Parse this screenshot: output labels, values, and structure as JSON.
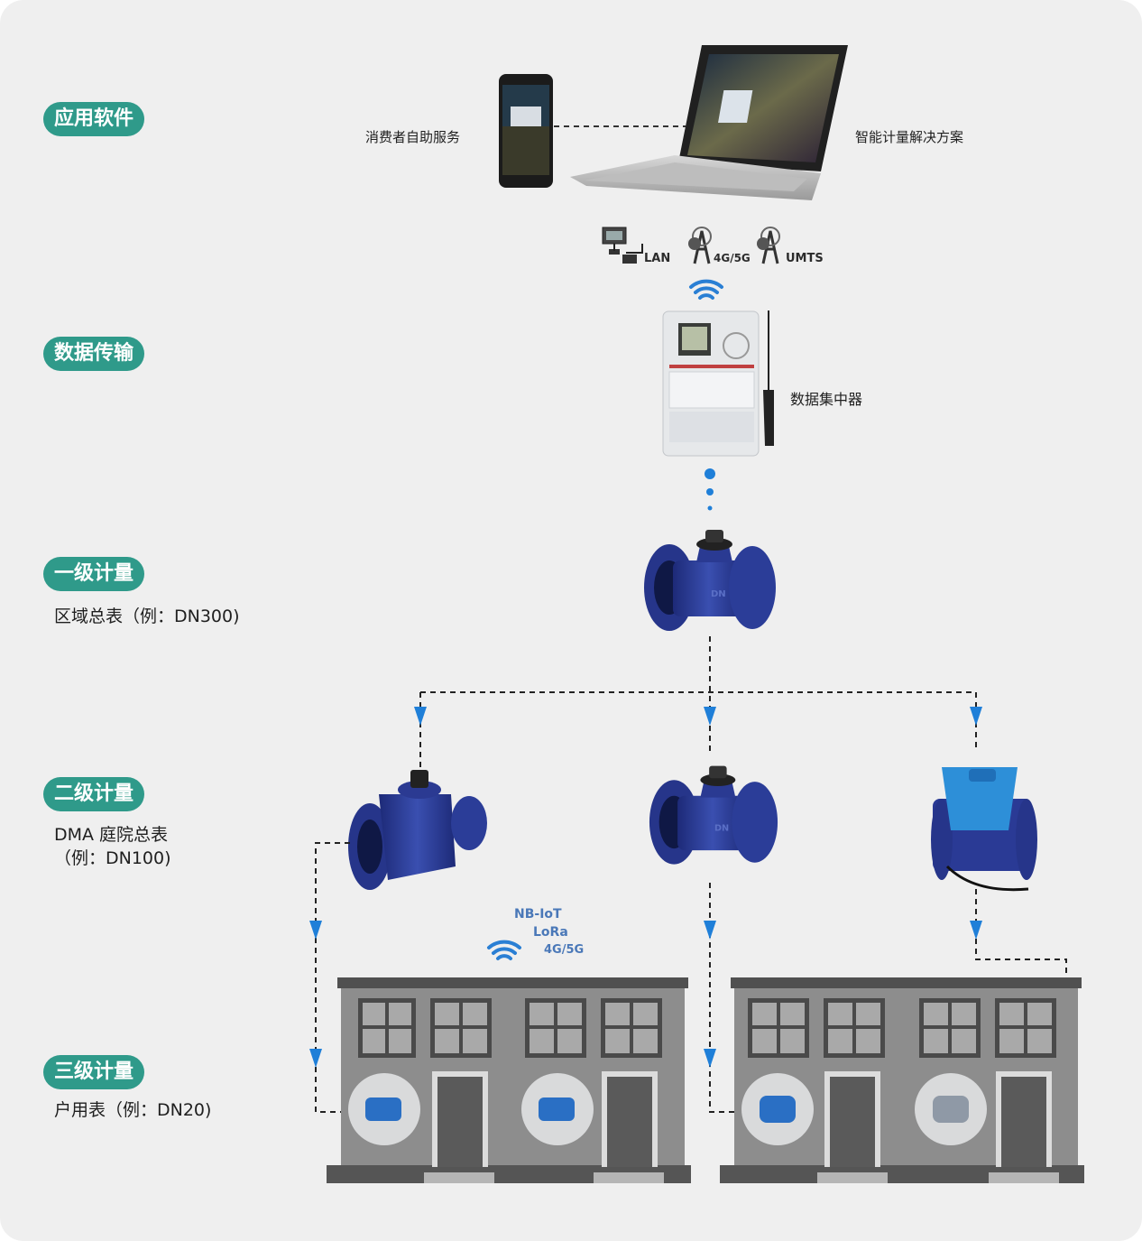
{
  "levels": {
    "app_software": {
      "title": "应用软件"
    },
    "data_transfer": {
      "title": "数据传输"
    },
    "level1": {
      "title": "一级计量",
      "desc": "区域总表（例：DN300)"
    },
    "level2": {
      "title": "二级计量",
      "desc_line1": "DMA 庭院总表",
      "desc_line2": "（例：DN100)"
    },
    "level3": {
      "title": "三级计量",
      "desc": "户用表（例：DN20)"
    }
  },
  "devices": {
    "phone_label": "消费者自助服务",
    "laptop_label": "智能计量解决方案",
    "concentrator_label": "数据集中器"
  },
  "network": {
    "lan": "LAN",
    "cellular": "4G/5G",
    "umts": "UMTS"
  },
  "wireless_tech": [
    "NB-IoT",
    "LoRa",
    "4G/5G"
  ],
  "colors": {
    "pill": "#2f9a8a",
    "arrow": "#1f7fd8",
    "meter_blue": "#2b3f98",
    "building": "#8c8c8c"
  }
}
